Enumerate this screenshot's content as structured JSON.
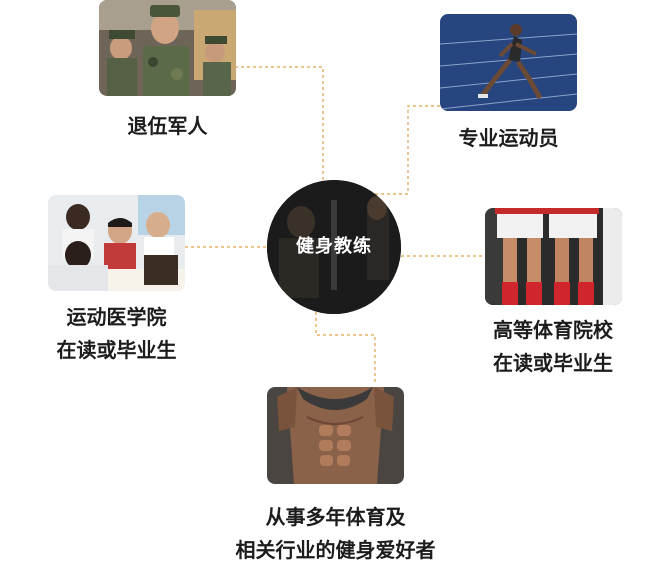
{
  "center": {
    "title": "健身教练"
  },
  "sources": [
    {
      "id": "veterans",
      "lines": [
        "退伍军人"
      ],
      "image": "soldiers-photo"
    },
    {
      "id": "athletes",
      "lines": [
        "专业运动员"
      ],
      "image": "sprinter-photo"
    },
    {
      "id": "medical",
      "lines": [
        "运动医学院",
        "在读或毕业生"
      ],
      "image": "students-photo"
    },
    {
      "id": "pe-college",
      "lines": [
        "高等体育院校",
        "在读或毕业生"
      ],
      "image": "football-legs-photo"
    },
    {
      "id": "enthusiasts",
      "lines": [
        "从事多年体育及",
        "相关行业的健身爱好者"
      ],
      "image": "abs-photo"
    }
  ],
  "colors": {
    "connector": "#e0a04a",
    "text": "#1c1c1c",
    "hub": "#1b1b1b"
  }
}
